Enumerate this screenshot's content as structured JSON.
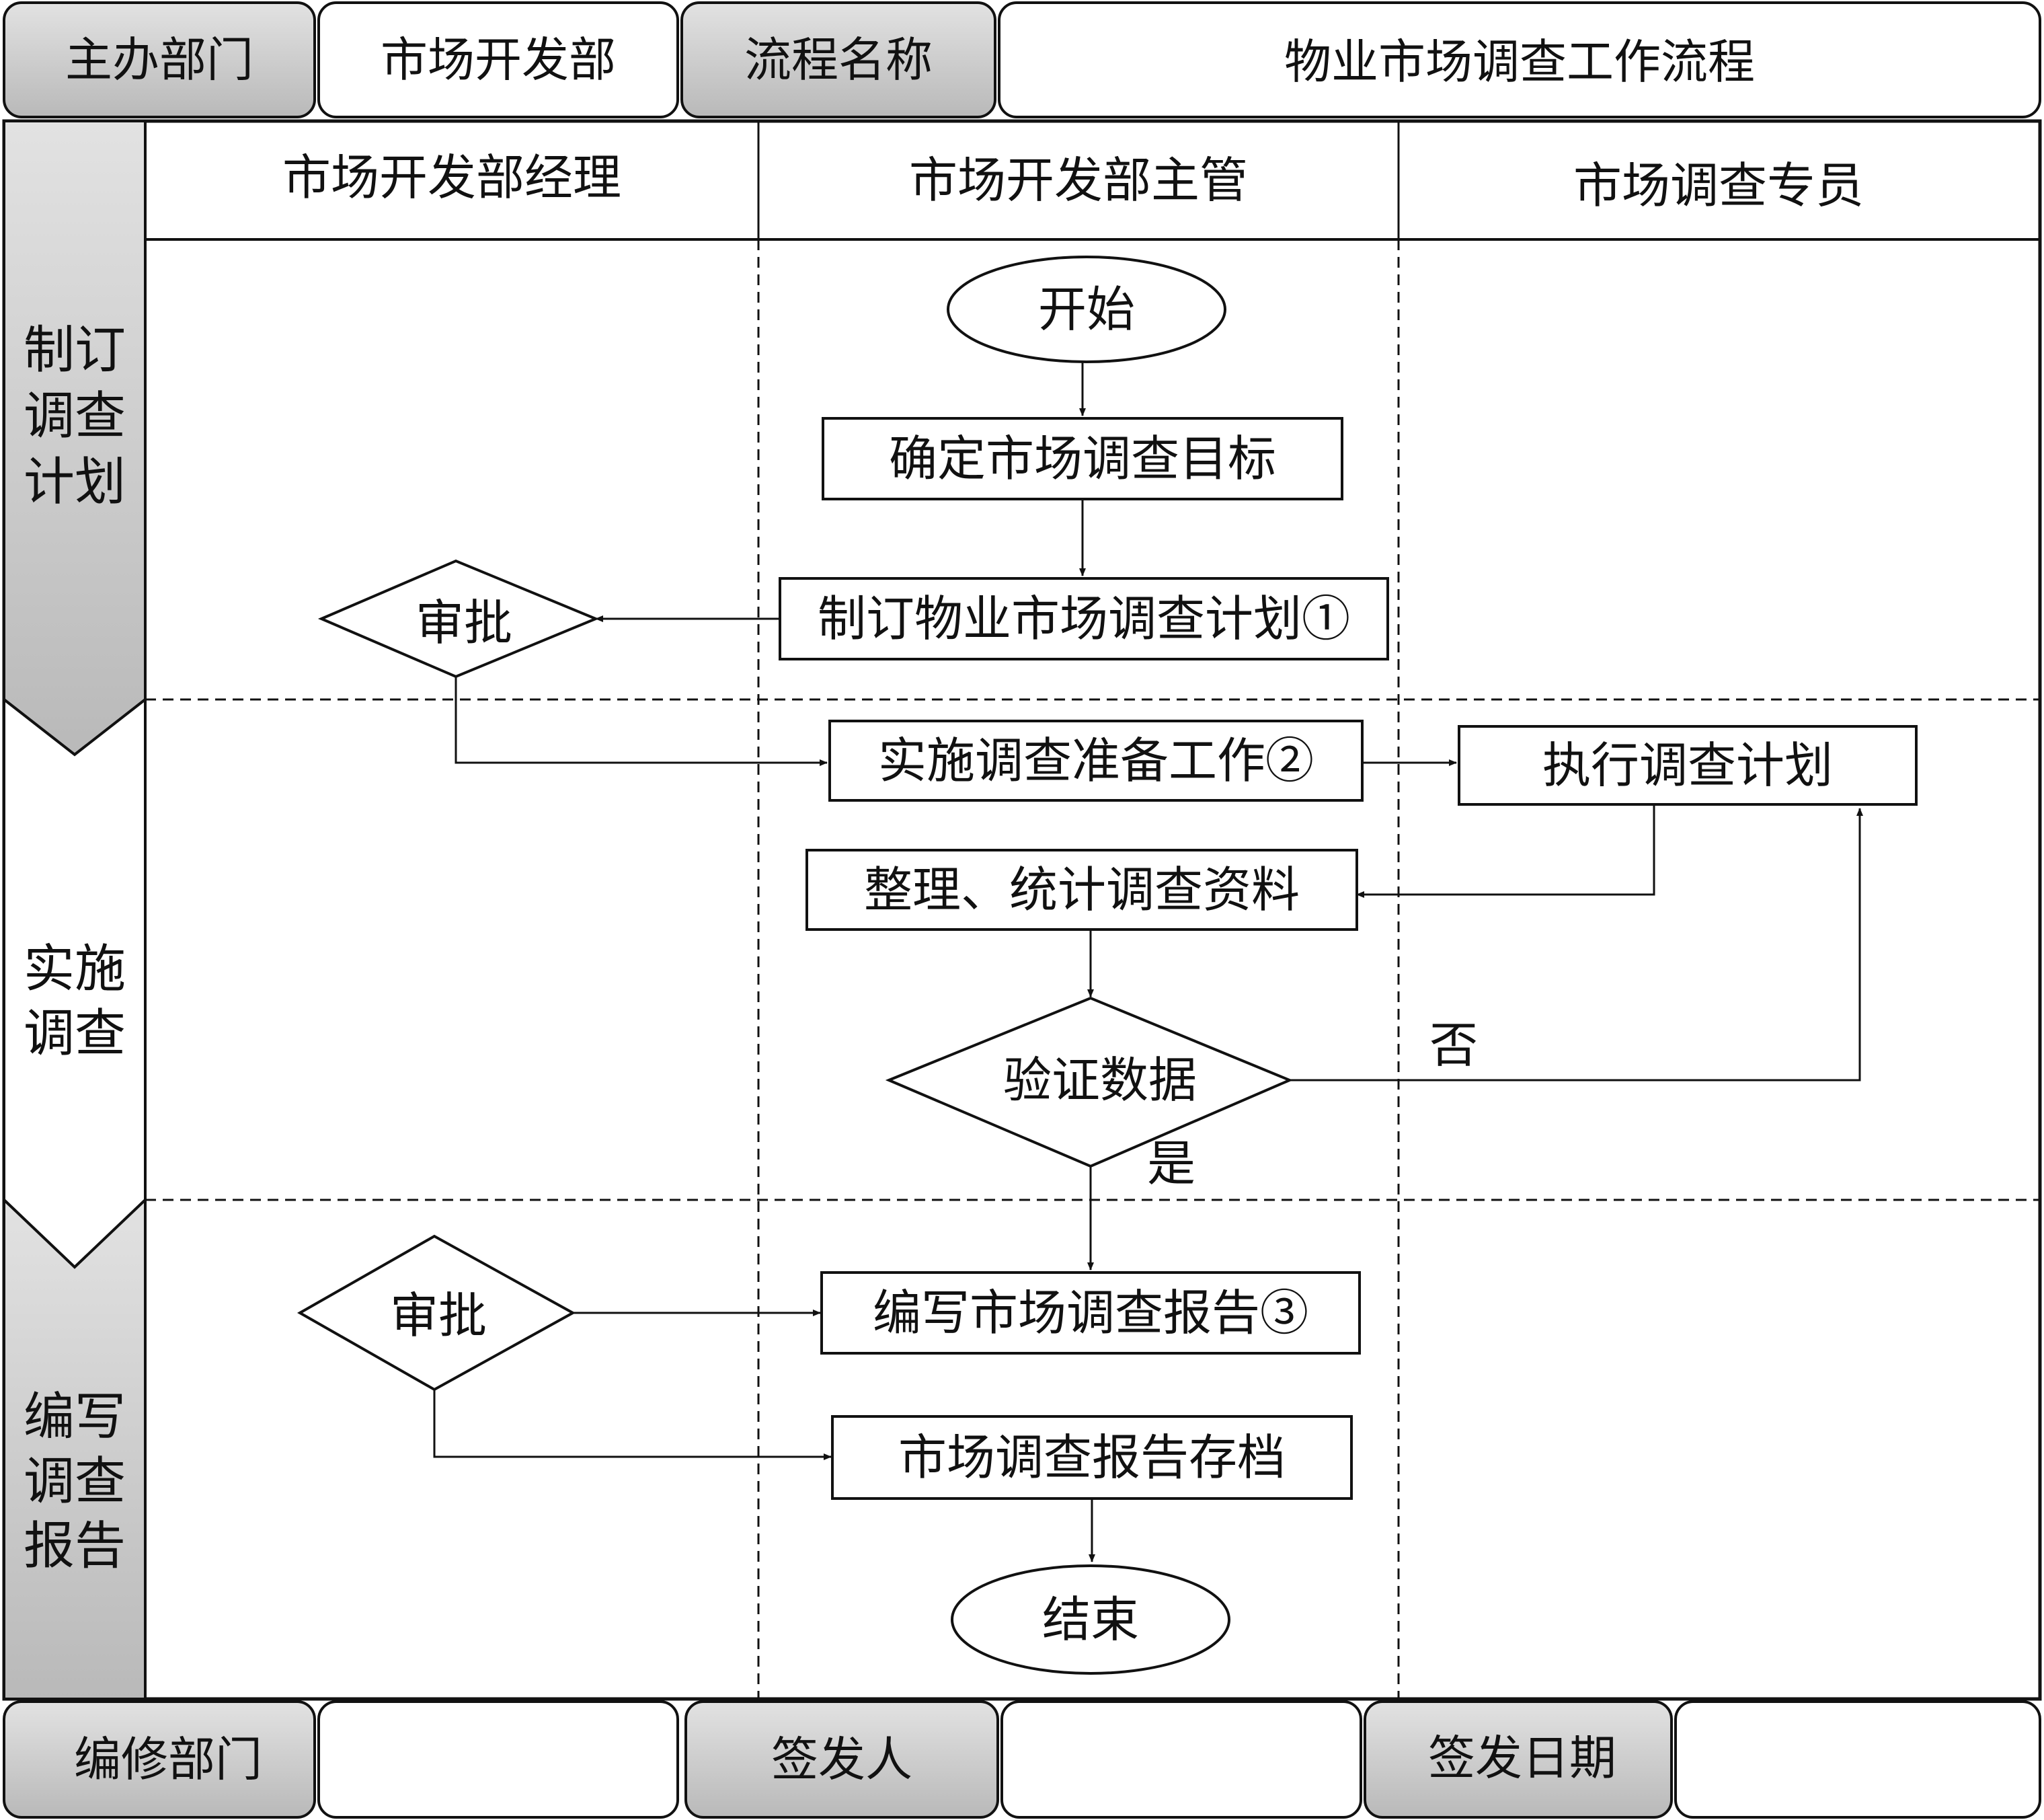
{
  "header": {
    "dept_label": "主办部门",
    "dept_value": "市场开发部",
    "process_label": "流程名称",
    "process_value": "物业市场调查工作流程"
  },
  "lanes": [
    "市场开发部经理",
    "市场开发部主管",
    "市场调查专员"
  ],
  "phases": [
    {
      "lines": [
        "制订",
        "调查",
        "计划"
      ]
    },
    {
      "lines": [
        "实施",
        "调查"
      ]
    },
    {
      "lines": [
        "编写",
        "调查",
        "报告"
      ]
    }
  ],
  "nodes": {
    "start": "开始",
    "set_goal": "确定市场调查目标",
    "make_plan": "制订物业市场调查计划①",
    "approve_1": "审批",
    "prepare": "实施调查准备工作②",
    "execute": "执行调查计划",
    "organize": "整理、统计调查资料",
    "verify": "验证数据",
    "write_report": "编写市场调查报告③",
    "approve_2": "审批",
    "archive": "市场调查报告存档",
    "end": "结束"
  },
  "branch_labels": {
    "no": "否",
    "yes": "是"
  },
  "footer": {
    "editor_label": "编修部门",
    "editor_value": "",
    "issuer_label": "签发人",
    "issuer_value": "",
    "date_label": "签发日期",
    "date_value": ""
  },
  "colors": {
    "gray_cell": "#c8c8c8",
    "rail": "#c8c8c8",
    "line": "#111111",
    "background": "#ffffff"
  }
}
